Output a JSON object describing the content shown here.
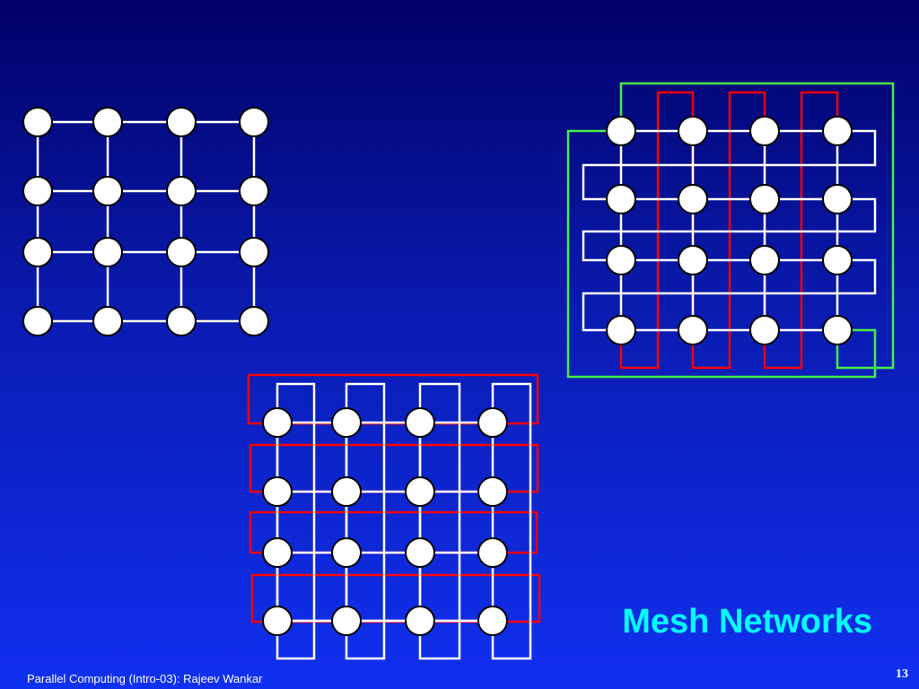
{
  "slide": {
    "title": "Mesh Networks",
    "footer": "Parallel Computing (Intro-03): Rajeev Wankar",
    "page_number": "13"
  },
  "colors": {
    "background_top": "#000066",
    "background_bottom": "#1030f0",
    "title": "#00ffff",
    "node_fill": "#ffffff",
    "mesh_edge": "#ffffff",
    "red_path": "#ff0000",
    "green_path": "#44ee44"
  },
  "diagrams": [
    {
      "name": "plain-mesh",
      "rows": 4,
      "cols": 4,
      "description_visible": false
    },
    {
      "name": "column-red-row-white-embedding",
      "rows": 4,
      "cols": 4
    },
    {
      "name": "row-red-column-white-embedding",
      "rows": 4,
      "cols": 4
    }
  ]
}
